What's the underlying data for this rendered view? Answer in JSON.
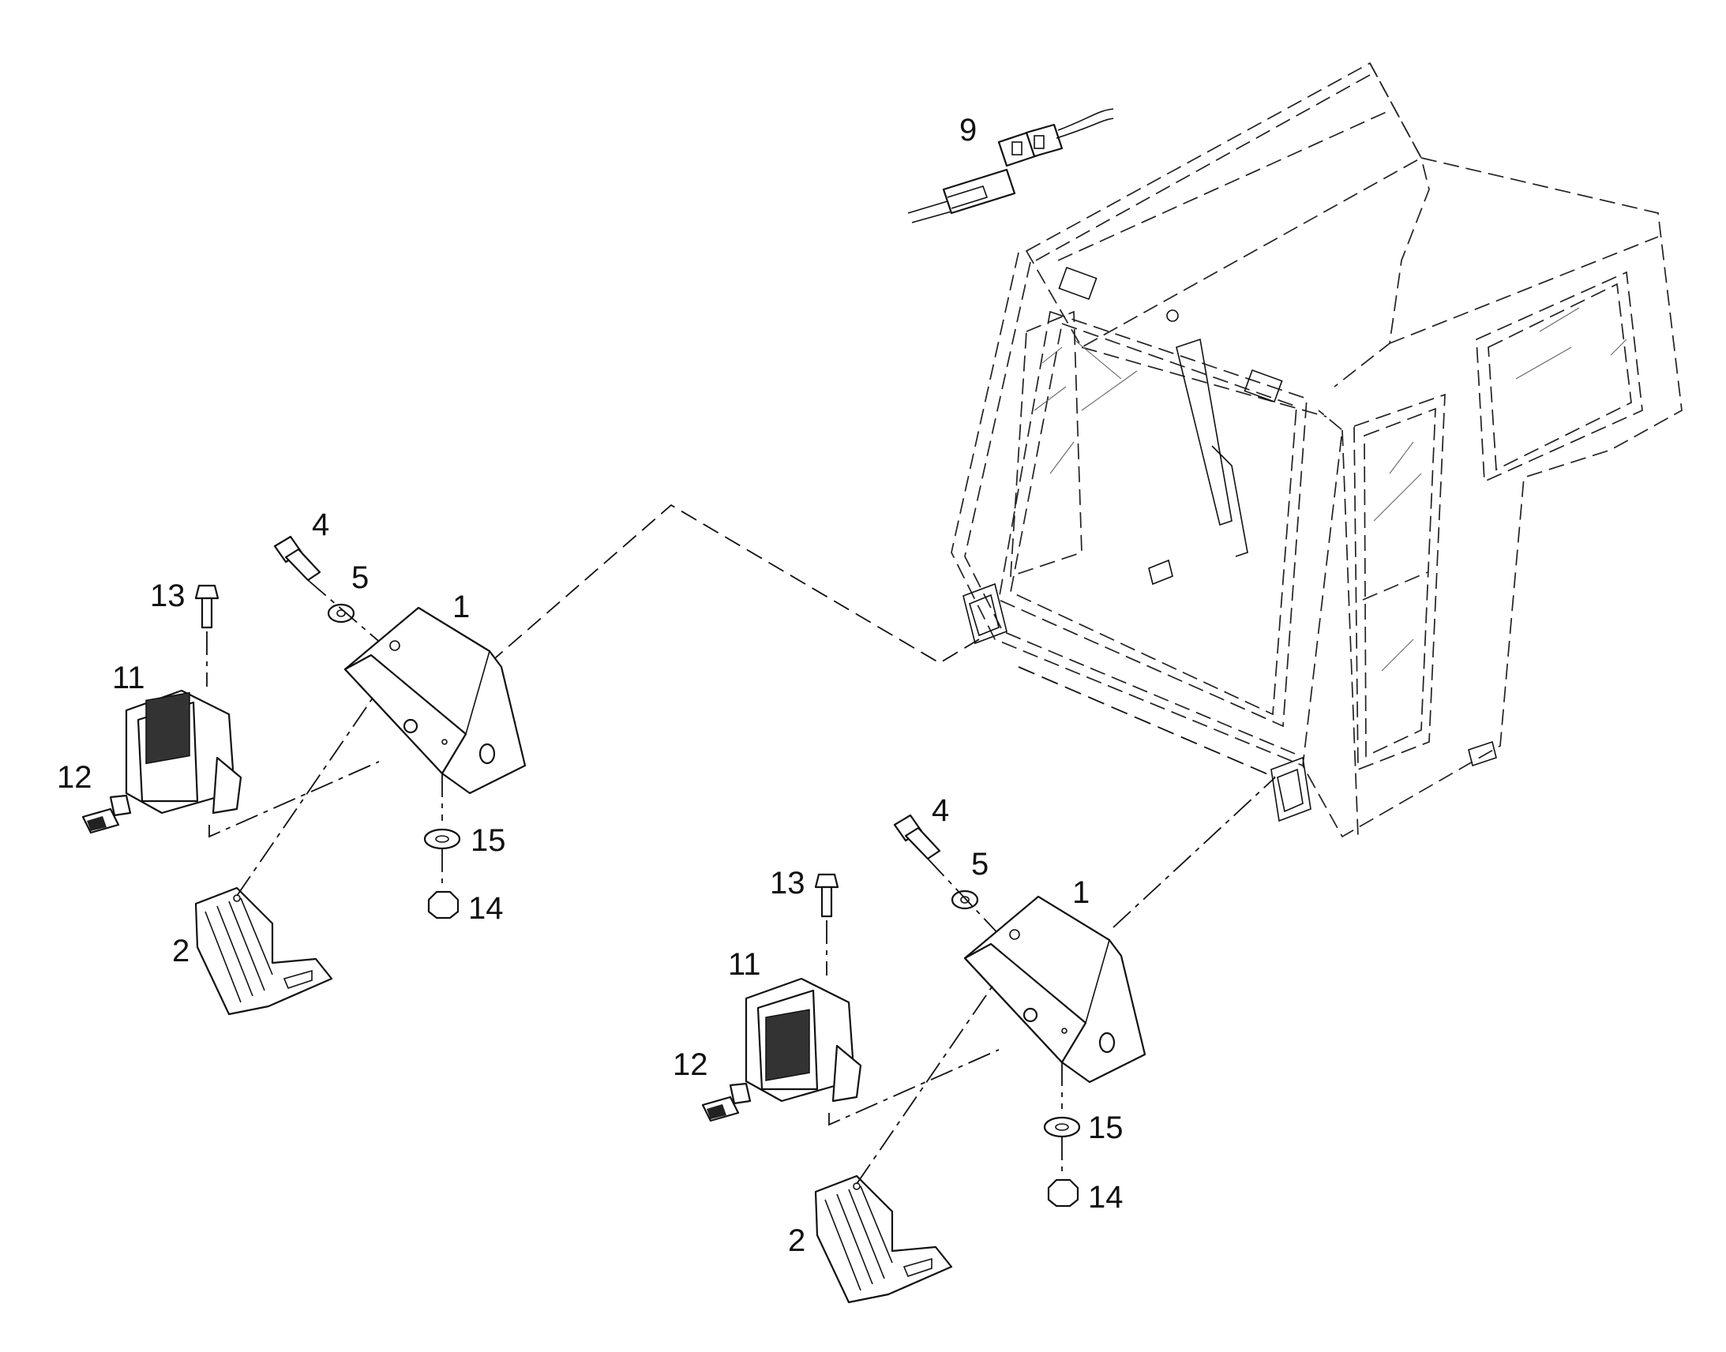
{
  "diagram": {
    "callouts": {
      "cab_connector": "9",
      "left_assembly": {
        "bracket": "1",
        "guard": "2",
        "bolt_top": "4",
        "washer_top": "5",
        "lamp": "11",
        "bulb": "12",
        "lamp_bolt": "13",
        "nut": "14",
        "washer_bottom": "15"
      },
      "right_assembly": {
        "bracket": "1",
        "guard": "2",
        "bolt_top": "4",
        "washer_top": "5",
        "lamp": "11",
        "bulb": "12",
        "lamp_bolt": "13",
        "nut": "14",
        "washer_bottom": "15"
      }
    }
  }
}
